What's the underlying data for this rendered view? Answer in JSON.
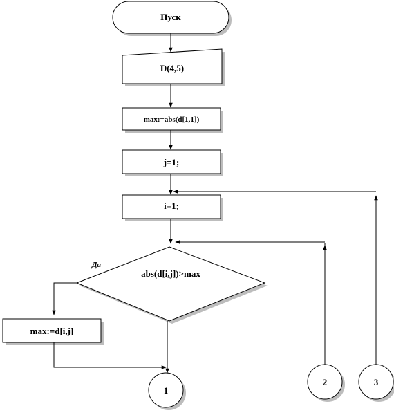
{
  "nodes": {
    "start": "Пуск",
    "input": "D(4,5)",
    "init_max": "max:=abs(d[1,1])",
    "init_j": "j=1;",
    "init_i": "i=1;",
    "condition": "abs(d[i,j])>max",
    "assign_max": "max:=d[i,j]"
  },
  "branch_labels": {
    "yes": "Да"
  },
  "connectors": {
    "c1": "1",
    "c2": "2",
    "c3": "3"
  }
}
